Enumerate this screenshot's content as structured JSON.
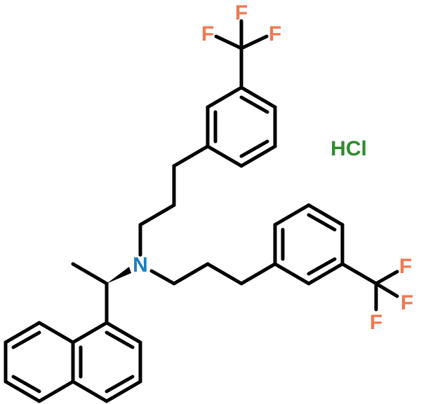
{
  "atoms": {
    "fluorine_label": "F",
    "nitrogen_label": "N",
    "salt_label": "HCl"
  },
  "colors": {
    "fluorine": "#F07850",
    "nitrogen": "#1A7FC1",
    "salt": "#2E8B2E",
    "bond": "#000000"
  }
}
